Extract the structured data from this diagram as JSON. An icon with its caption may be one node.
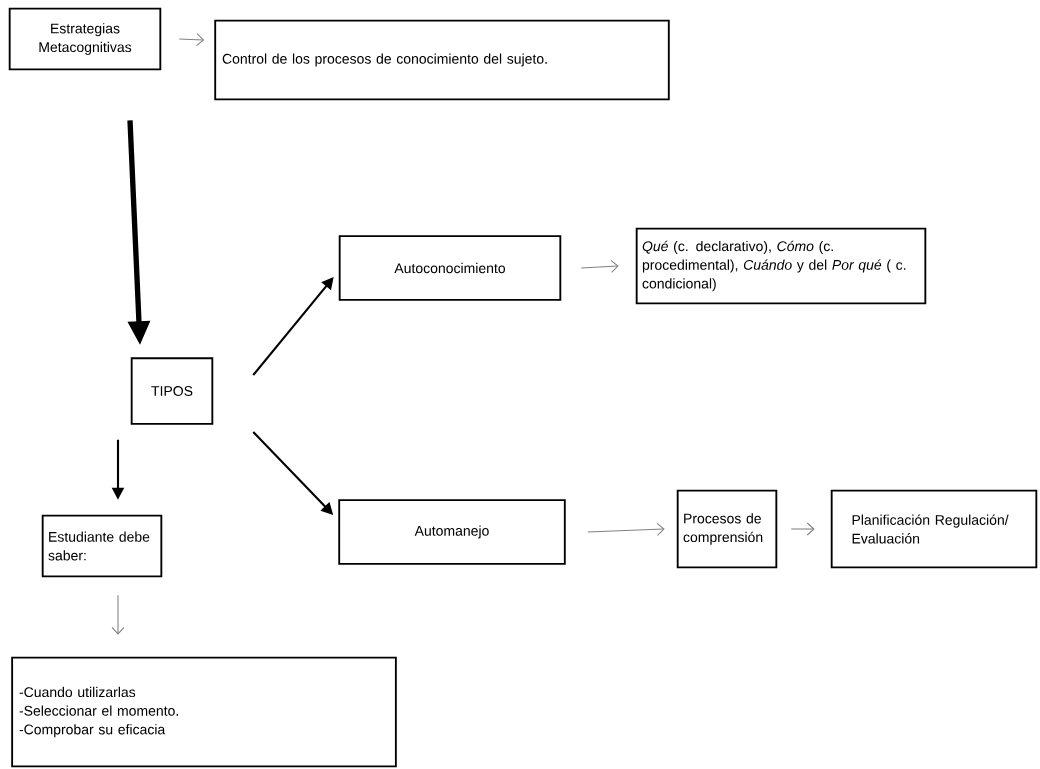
{
  "diagram": {
    "nodes": [
      {
        "text": [
          "Estrategias Metacognitivas"
        ]
      },
      {
        "text": [
          "Control de los procesos de conocimiento del sujeto."
        ]
      },
      {
        "text": [
          "TIPOS"
        ]
      },
      {
        "text": [
          "Autoconocimiento"
        ]
      },
      {
        "text": [
          "*Qué*  (c. declarativo), *Cómo* (c. procedimental), *Cuándo* y del *Por qué* ( c. condicional)"
        ]
      },
      {
        "text": [
          "Estudiante debe saber:"
        ]
      },
      {
        "text": [
          "Automanejo"
        ]
      },
      {
        "text": [
          "Procesos de comprensión"
        ]
      },
      {
        "text": [
          "Planificación Regulación/ Evaluación"
        ]
      },
      {
        "text": [
          "-Cuando utilizarlas",
          "-Seleccionar el momento.",
          "-Comprobar su eficacia"
        ]
      }
    ],
    "edges": [
      {
        "from": 0,
        "to": 1,
        "arrow": "to"
      },
      {
        "from": 0,
        "to": 2,
        "arrow": "to",
        "style": "thick",
        "color": "#000000"
      },
      {
        "from": 2,
        "to": 3,
        "arrow": "to",
        "color": "#000000"
      },
      {
        "from": 2,
        "to": 6,
        "arrow": "to",
        "color": "#000000"
      },
      {
        "from": 3,
        "to": 4,
        "arrow": "to"
      },
      {
        "from": 2,
        "to": 5,
        "arrow": "to",
        "color": "#000000"
      },
      {
        "from": 5,
        "to": 9,
        "arrow": "to"
      },
      {
        "from": 6,
        "to": 7,
        "arrow": "to"
      },
      {
        "from": 7,
        "to": 8,
        "arrow": "to"
      }
    ]
  }
}
